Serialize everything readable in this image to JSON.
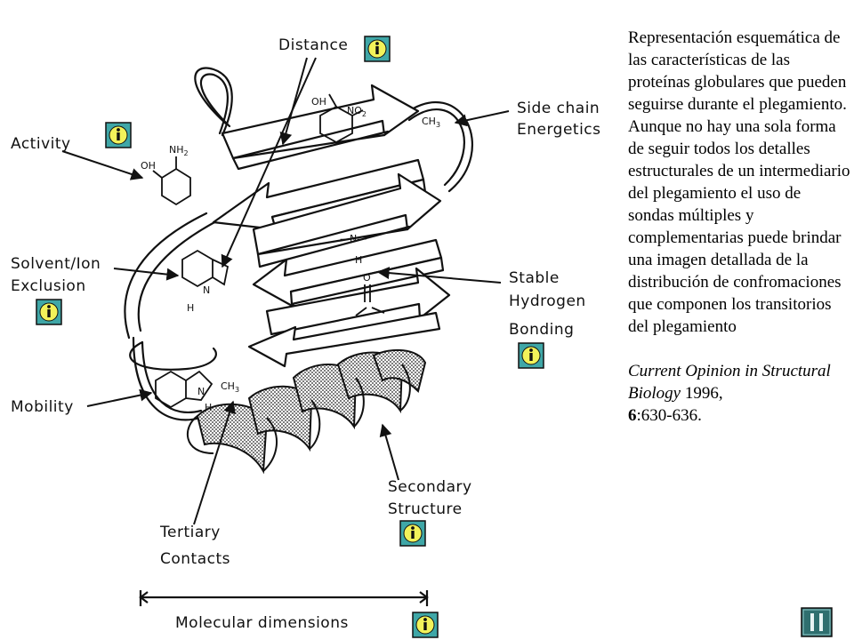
{
  "labels": {
    "distance": "Distance",
    "activity": "Activity",
    "side_chain": "Side chain",
    "energetics": "Energetics",
    "solvent_ion": "Solvent/Ion",
    "exclusion": "Exclusion",
    "stable": "Stable",
    "hydrogen": "Hydrogen",
    "bonding": "Bonding",
    "mobility": "Mobility",
    "secondary": "Secondary",
    "structure": "Structure",
    "tertiary": "Tertiary",
    "contacts": "Contacts",
    "molecular_dimensions": "Molecular dimensions"
  },
  "chem_labels": {
    "oh_top": "OH",
    "no2": "NO",
    "no2_sub": "2",
    "ch3_top": "CH",
    "ch3_top_sub": "3",
    "nh2": "NH",
    "nh2_sub": "2",
    "oh_activity": "OH",
    "n_h_bond": "—N—",
    "h_bond": "H",
    "o_bond": "O",
    "n_indole": "N",
    "h_indole": "H",
    "ch3_bottom": "CH",
    "ch3_bottom_sub": "3"
  },
  "caption": {
    "text": "Representación esquemática de las características de las proteínas globulares que pueden seguirse durante el plegamiento. Aunque no hay una sola forma de seguir todos los detalles estructurales de un intermediario del plegamiento el uso de sondas múltiples y complementarias puede brindar una imagen detallada de la distribución de confromaciones que componen los transitorios del plegamiento",
    "journal": "Current Opinion in Structural Biology",
    "year": " 1996,",
    "volume": "6",
    "pages": ":630-636."
  },
  "colors": {
    "info_button_bg": "#3fa7a7",
    "info_button_icon": "#f2f25a",
    "nav_button_bg": "#2f6f6f",
    "text": "#000000"
  },
  "icons": {
    "info": "info-icon",
    "next": "end-icon"
  }
}
